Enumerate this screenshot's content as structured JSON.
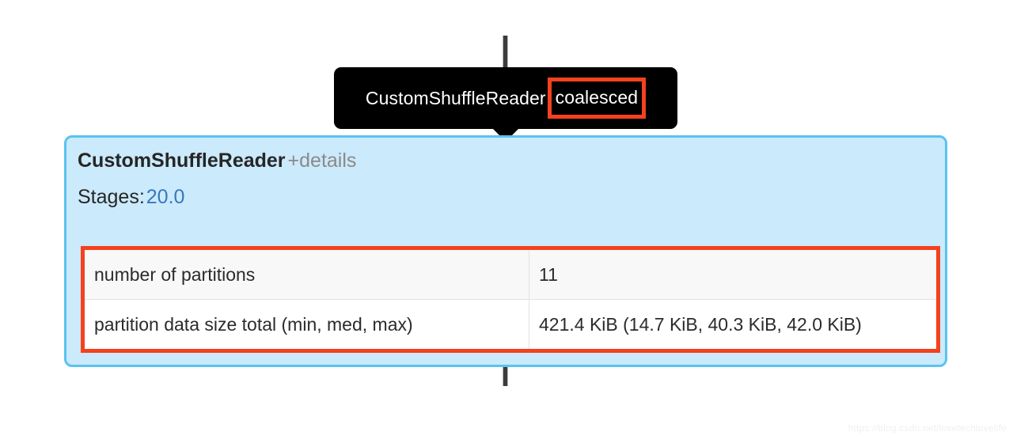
{
  "tooltip": {
    "text": "CustomShuffleReader",
    "highlighted_text": "coalesced",
    "highlight_color": "#f4421e",
    "background": "#000000",
    "text_color": "#ffffff"
  },
  "node": {
    "title": "CustomShuffleReader",
    "details_link": "+details",
    "stages_label": "Stages:",
    "stages_value": "20.0",
    "box_background": "#cbeafb",
    "box_border": "#5bc3f0",
    "link_color": "#3777bc",
    "details_color": "#8a8a8a"
  },
  "metrics": {
    "highlight_color": "#f4421e",
    "rows": [
      {
        "name": "number of partitions",
        "value": "11"
      },
      {
        "name": "partition data size total (min, med, max)",
        "value": "421.4 KiB (14.7 KiB, 40.3 KiB, 42.0 KiB)"
      }
    ]
  },
  "watermark": {
    "text": "https://blog.csdn.net/lovetechlovelife"
  }
}
